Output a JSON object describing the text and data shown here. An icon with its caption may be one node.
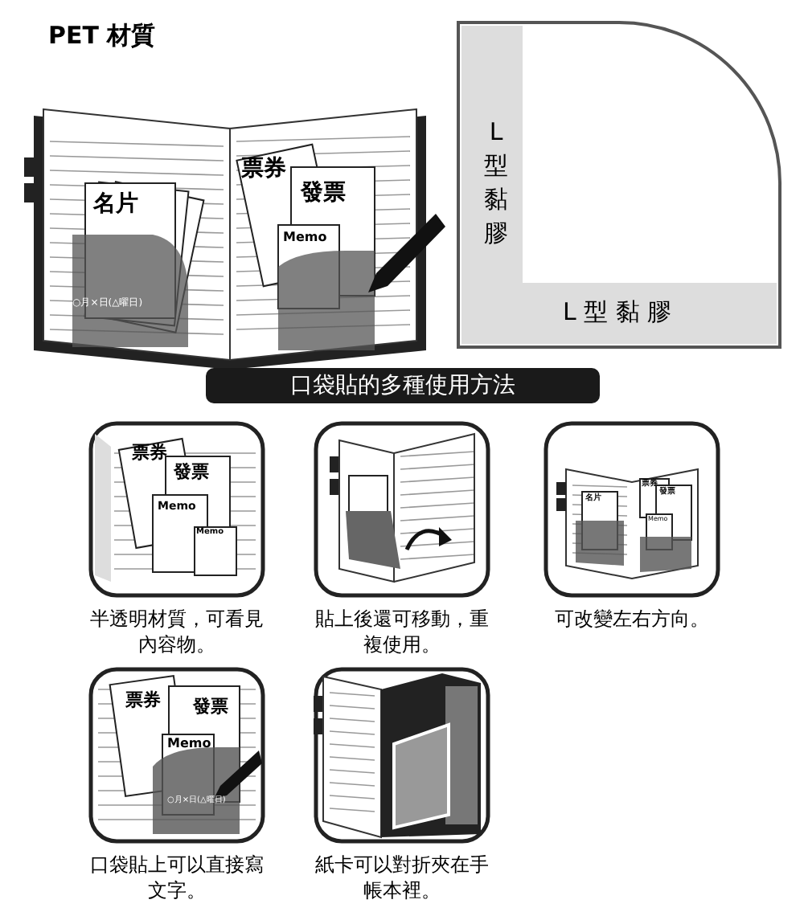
{
  "diagram": {
    "title": "口袋貼的多種使用方法",
    "labels": [
      "PET 材質",
      "名片",
      "○月×日(△曜日)",
      "票券",
      "發票",
      "Memo",
      "L型黏膠",
      "L 型 黏 膠",
      "票券",
      "發票",
      "Memo",
      "Memo",
      "半透明材質，可看見內容物。",
      "貼上後還可移動，重複使用。",
      "名片",
      "票券",
      "發票",
      "Memo",
      "可改變左右方向。",
      "票券",
      "發票",
      "Memo",
      "○月×日(△曜日)",
      "口袋貼上可以直接寫文字。",
      "紙卡可以對折夾在手帳本裡。"
    ]
  }
}
